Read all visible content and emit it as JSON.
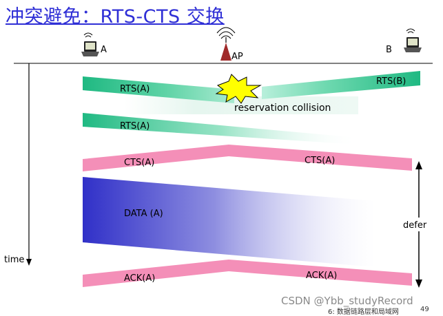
{
  "title": "冲突避免：RTS-CTS 交换",
  "nodes": {
    "a_label": "A",
    "ap_label": "AP",
    "b_label": "B"
  },
  "axis": {
    "time_label": "time"
  },
  "messages": {
    "rts_a_1": "RTS(A)",
    "rts_b": "RTS(B)",
    "collision": "reservation collision",
    "rts_a_2": "RTS(A)",
    "cts_a_left": "CTS(A)",
    "cts_a_right": "CTS(A)",
    "data_a": "DATA (A)",
    "ack_a_left": "ACK(A)",
    "ack_a_right": "ACK(A)"
  },
  "defer_label": "defer",
  "footer": {
    "chapter": "6: 数据链路层和局域网",
    "page": "49"
  },
  "watermark": "CSDN @Ybb_studyRecord",
  "colors": {
    "title": "#2f2fd6",
    "rts_green": "#1fb982",
    "cts_pink": "#f48fb8",
    "data_blue": "#3030c8",
    "collision_yellow": "#ffff00"
  }
}
